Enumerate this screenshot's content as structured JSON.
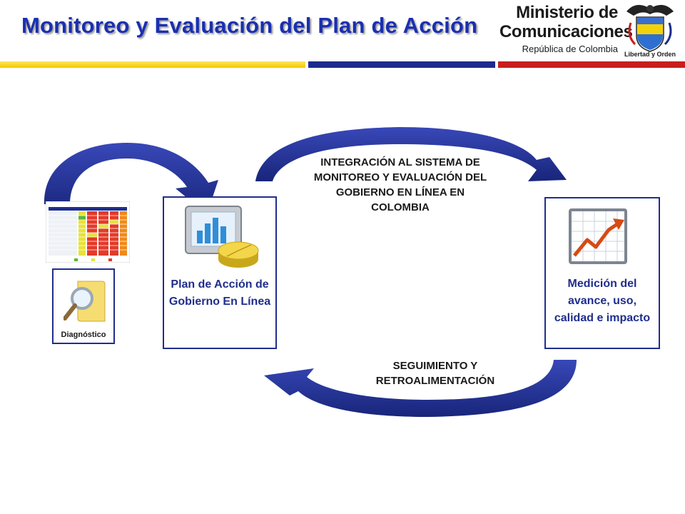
{
  "header": {
    "title": "Monitoreo y Evaluación del Plan de Acción",
    "logo_line1": "Ministerio de",
    "logo_line2": "Comunicaciones",
    "logo_sub": "República de Colombia",
    "motto": "Libertad y Orden"
  },
  "colors": {
    "title": "#1a2fb0",
    "stripe_yellow": "#f2c800",
    "stripe_blue": "#1c2b8e",
    "stripe_red": "#c81e1e",
    "arrows": "#1f2e8c",
    "box_border": "#1f2e8c"
  },
  "diagram": {
    "nodes": {
      "diagnostico": {
        "label": "Diagnóstico",
        "icon": "magnifier-document-icon"
      },
      "plan": {
        "label": "Plan de Acción de Gobierno En Línea",
        "icon": "chart-monitor-icon"
      },
      "medicion": {
        "label": "Medición del avance, uso, calidad e impacto",
        "icon": "growth-chart-icon"
      }
    },
    "edges": {
      "top": "INTEGRACIÓN AL SISTEMA DE MONITOREO Y EVALUACIÓN DEL GOBIERNO EN LÍNEA EN COLOMBIA",
      "bottom": "SEGUIMIENTO Y RETROALIMENTACIÓN"
    }
  }
}
